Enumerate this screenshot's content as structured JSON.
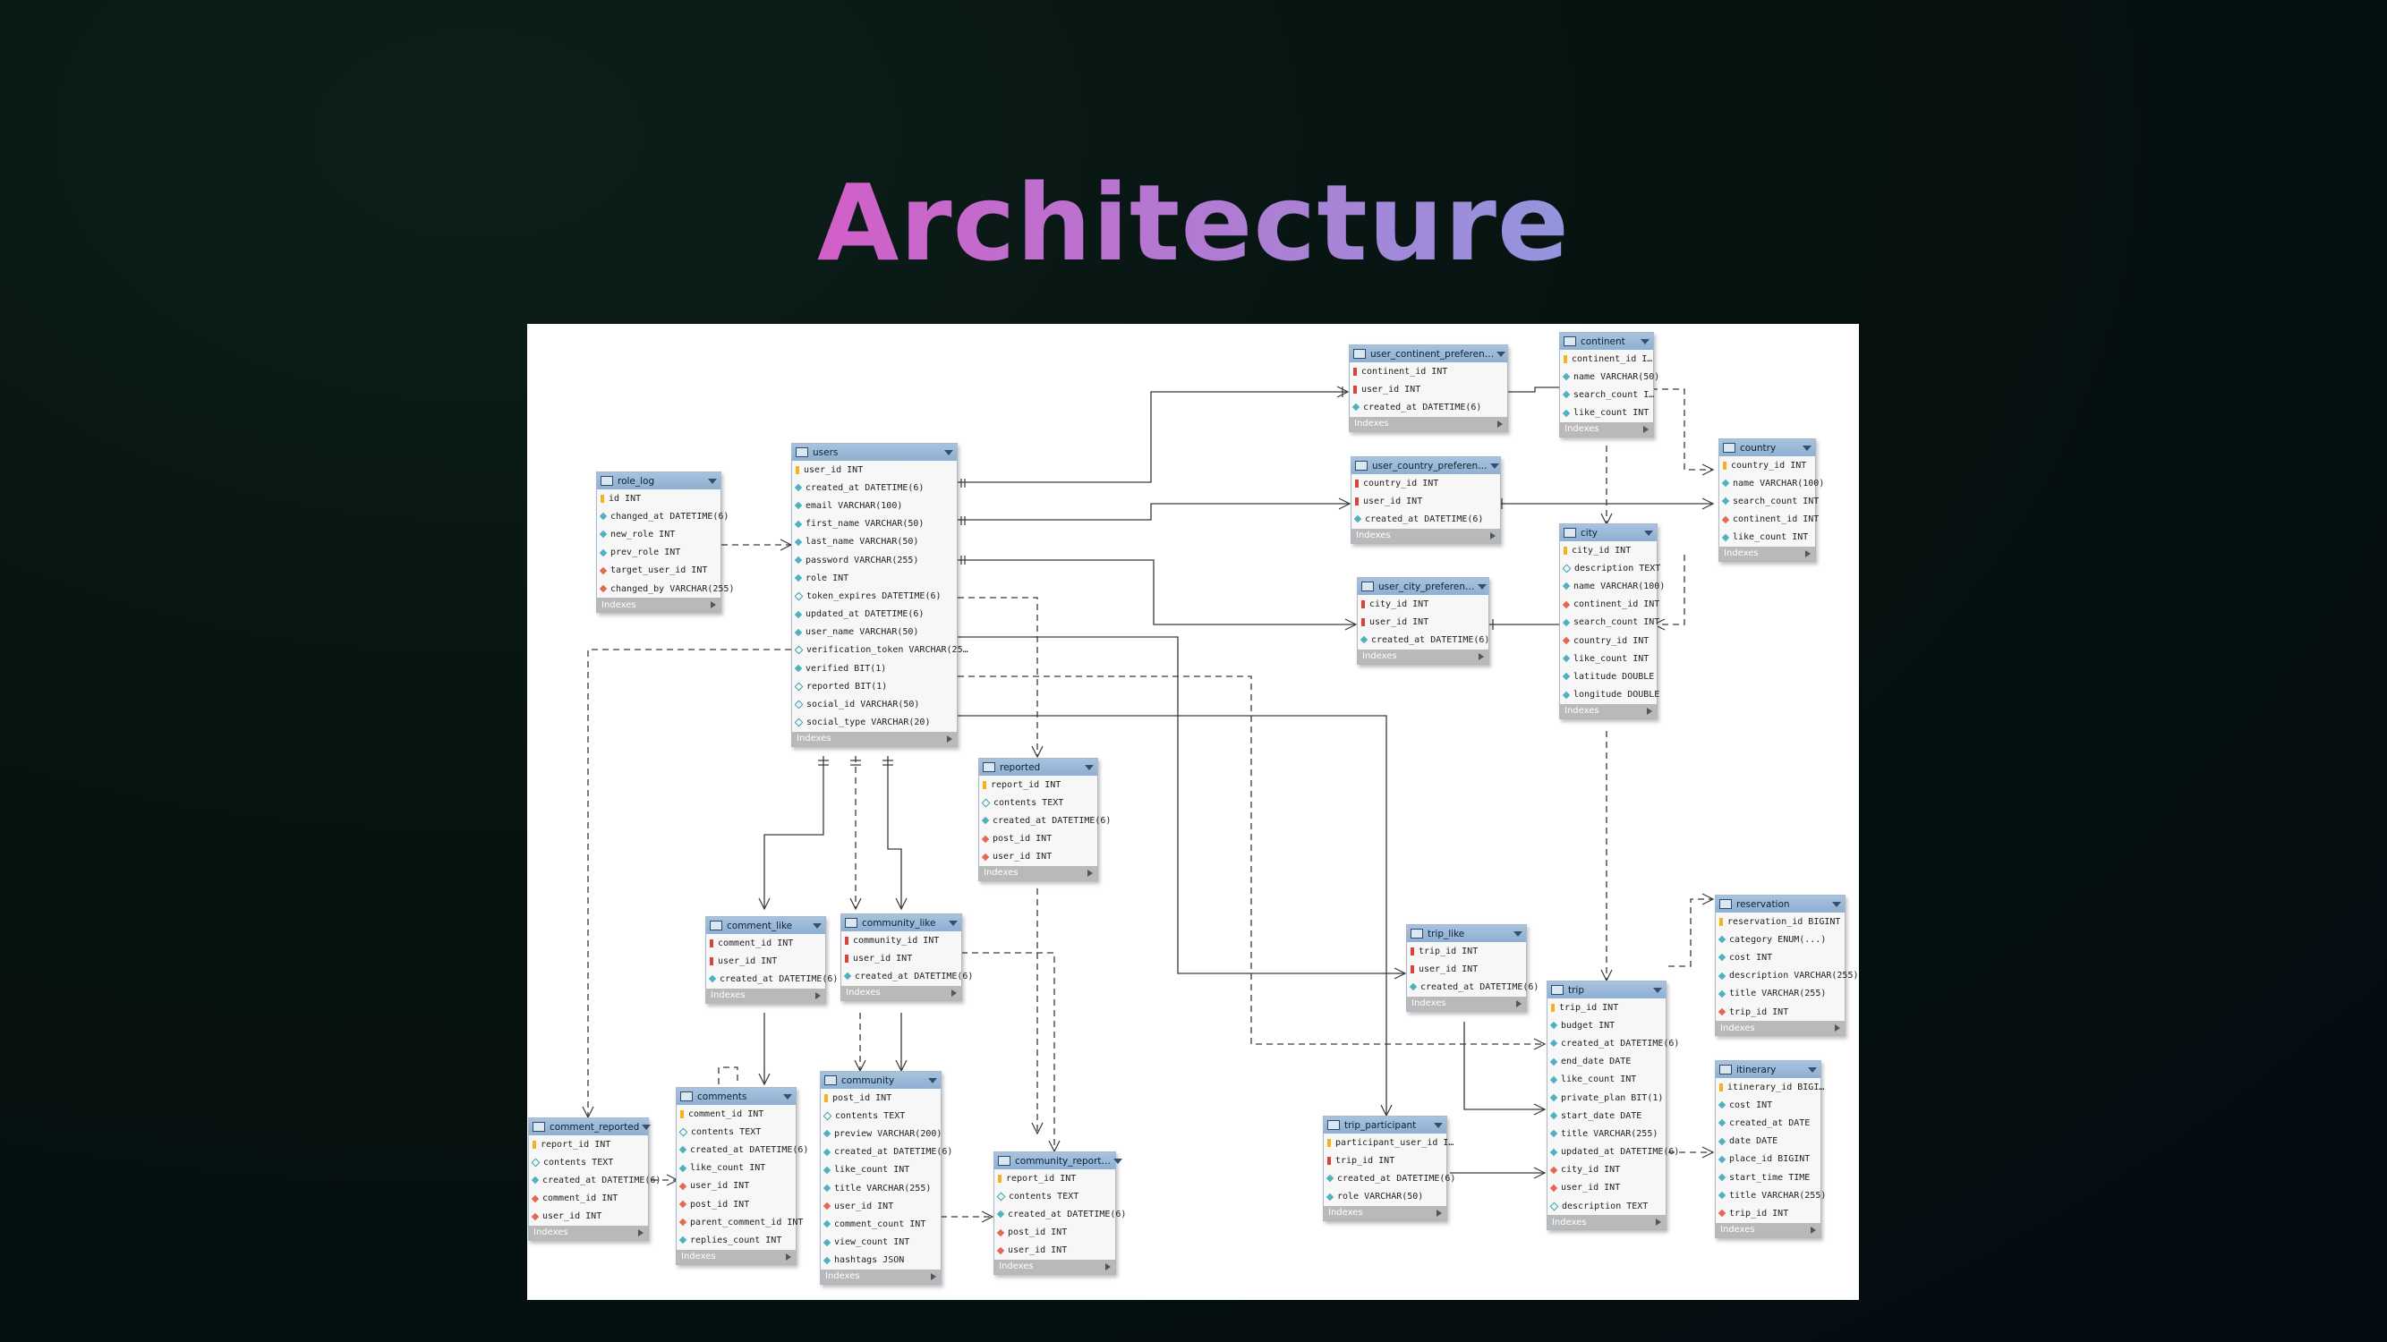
{
  "title": "Architecture",
  "indexes_label": "Indexes",
  "tables": {
    "role_log": {
      "name": "role_log",
      "columns": [
        {
          "t": "key",
          "text": "id INT"
        },
        {
          "t": "nn",
          "text": "changed_at DATETIME(6)"
        },
        {
          "t": "nn",
          "text": "new_role INT"
        },
        {
          "t": "nn",
          "text": "prev_role INT"
        },
        {
          "t": "fkd",
          "text": "target_user_id INT"
        },
        {
          "t": "fkd",
          "text": "changed_by VARCHAR(255)"
        }
      ]
    },
    "users": {
      "name": "users",
      "columns": [
        {
          "t": "key",
          "text": "user_id INT"
        },
        {
          "t": "nn",
          "text": "created_at DATETIME(6)"
        },
        {
          "t": "nn",
          "text": "email VARCHAR(100)"
        },
        {
          "t": "nn",
          "text": "first_name VARCHAR(50)"
        },
        {
          "t": "nn",
          "text": "last_name VARCHAR(50)"
        },
        {
          "t": "nn",
          "text": "password VARCHAR(255)"
        },
        {
          "t": "nn",
          "text": "role INT"
        },
        {
          "t": "col",
          "text": "token_expires DATETIME(6)"
        },
        {
          "t": "nn",
          "text": "updated_at DATETIME(6)"
        },
        {
          "t": "nn",
          "text": "user_name VARCHAR(50)"
        },
        {
          "t": "col",
          "text": "verification_token VARCHAR(25…"
        },
        {
          "t": "nn",
          "text": "verified BIT(1)"
        },
        {
          "t": "col",
          "text": "reported BIT(1)"
        },
        {
          "t": "col",
          "text": "social_id VARCHAR(50)"
        },
        {
          "t": "col",
          "text": "social_type VARCHAR(20)"
        }
      ]
    },
    "user_continent_preference": {
      "name": "user_continent_preferen…",
      "columns": [
        {
          "t": "fk",
          "text": "continent_id INT"
        },
        {
          "t": "fk",
          "text": "user_id INT"
        },
        {
          "t": "nn",
          "text": "created_at DATETIME(6)"
        }
      ]
    },
    "user_country_preference": {
      "name": "user_country_preferen…",
      "columns": [
        {
          "t": "fk",
          "text": "country_id INT"
        },
        {
          "t": "fk",
          "text": "user_id INT"
        },
        {
          "t": "nn",
          "text": "created_at DATETIME(6)"
        }
      ]
    },
    "user_city_preference": {
      "name": "user_city_preferen…",
      "columns": [
        {
          "t": "fk",
          "text": "city_id INT"
        },
        {
          "t": "fk",
          "text": "user_id INT"
        },
        {
          "t": "nn",
          "text": "created_at DATETIME(6)"
        }
      ]
    },
    "continent": {
      "name": "continent",
      "columns": [
        {
          "t": "key",
          "text": "continent_id I…"
        },
        {
          "t": "nn",
          "text": "name VARCHAR(50)"
        },
        {
          "t": "nn",
          "text": "search_count I…"
        },
        {
          "t": "nn",
          "text": "like_count INT"
        }
      ]
    },
    "country": {
      "name": "country",
      "columns": [
        {
          "t": "key",
          "text": "country_id INT"
        },
        {
          "t": "nn",
          "text": "name VARCHAR(100)"
        },
        {
          "t": "nn",
          "text": "search_count INT"
        },
        {
          "t": "fkd",
          "text": "continent_id INT"
        },
        {
          "t": "nn",
          "text": "like_count INT"
        }
      ]
    },
    "city": {
      "name": "city",
      "columns": [
        {
          "t": "key",
          "text": "city_id INT"
        },
        {
          "t": "col",
          "text": "description TEXT"
        },
        {
          "t": "nn",
          "text": "name VARCHAR(100)"
        },
        {
          "t": "fkd",
          "text": "continent_id INT"
        },
        {
          "t": "nn",
          "text": "search_count INT"
        },
        {
          "t": "fkd",
          "text": "country_id INT"
        },
        {
          "t": "nn",
          "text": "like_count INT"
        },
        {
          "t": "nn",
          "text": "latitude DOUBLE"
        },
        {
          "t": "nn",
          "text": "longitude DOUBLE"
        }
      ]
    },
    "reported": {
      "name": "reported",
      "columns": [
        {
          "t": "key",
          "text": "report_id INT"
        },
        {
          "t": "col",
          "text": "contents TEXT"
        },
        {
          "t": "nn",
          "text": "created_at DATETIME(6)"
        },
        {
          "t": "fkd",
          "text": "post_id INT"
        },
        {
          "t": "fkd",
          "text": "user_id INT"
        }
      ]
    },
    "comment_like": {
      "name": "comment_like",
      "columns": [
        {
          "t": "fk",
          "text": "comment_id INT"
        },
        {
          "t": "fk",
          "text": "user_id INT"
        },
        {
          "t": "nn",
          "text": "created_at DATETIME(6)"
        }
      ]
    },
    "community_like": {
      "name": "community_like",
      "columns": [
        {
          "t": "fk",
          "text": "community_id INT"
        },
        {
          "t": "fk",
          "text": "user_id INT"
        },
        {
          "t": "nn",
          "text": "created_at DATETIME(6)"
        }
      ]
    },
    "trip_like": {
      "name": "trip_like",
      "columns": [
        {
          "t": "fk",
          "text": "trip_id INT"
        },
        {
          "t": "fk",
          "text": "user_id INT"
        },
        {
          "t": "nn",
          "text": "created_at DATETIME(6)"
        }
      ]
    },
    "reservation": {
      "name": "reservation",
      "columns": [
        {
          "t": "key",
          "text": "reservation_id BIGINT"
        },
        {
          "t": "nn",
          "text": "category ENUM(...)"
        },
        {
          "t": "nn",
          "text": "cost INT"
        },
        {
          "t": "nn",
          "text": "description VARCHAR(255)"
        },
        {
          "t": "nn",
          "text": "title VARCHAR(255)"
        },
        {
          "t": "fkd",
          "text": "trip_id INT"
        }
      ]
    },
    "trip": {
      "name": "trip",
      "columns": [
        {
          "t": "key",
          "text": "trip_id INT"
        },
        {
          "t": "nn",
          "text": "budget INT"
        },
        {
          "t": "nn",
          "text": "created_at DATETIME(6)"
        },
        {
          "t": "nn",
          "text": "end_date DATE"
        },
        {
          "t": "nn",
          "text": "like_count INT"
        },
        {
          "t": "nn",
          "text": "private_plan BIT(1)"
        },
        {
          "t": "nn",
          "text": "start_date DATE"
        },
        {
          "t": "nn",
          "text": "title VARCHAR(255)"
        },
        {
          "t": "nn",
          "text": "updated_at DATETIME(6)"
        },
        {
          "t": "fkd",
          "text": "city_id INT"
        },
        {
          "t": "fkd",
          "text": "user_id INT"
        },
        {
          "t": "col",
          "text": "description TEXT"
        }
      ]
    },
    "itinerary": {
      "name": "itinerary",
      "columns": [
        {
          "t": "key",
          "text": "itinerary_id BIGI…"
        },
        {
          "t": "nn",
          "text": "cost INT"
        },
        {
          "t": "nn",
          "text": "created_at DATE"
        },
        {
          "t": "nn",
          "text": "date DATE"
        },
        {
          "t": "nn",
          "text": "place_id BIGINT"
        },
        {
          "t": "nn",
          "text": "start_time TIME"
        },
        {
          "t": "nn",
          "text": "title VARCHAR(255)"
        },
        {
          "t": "fkd",
          "text": "trip_id INT"
        }
      ]
    },
    "trip_participant": {
      "name": "trip_participant",
      "columns": [
        {
          "t": "key",
          "text": "participant_user_id I…"
        },
        {
          "t": "fk",
          "text": "trip_id INT"
        },
        {
          "t": "nn",
          "text": "created_at DATETIME(6)"
        },
        {
          "t": "nn",
          "text": "role VARCHAR(50)"
        }
      ]
    },
    "community": {
      "name": "community",
      "columns": [
        {
          "t": "key",
          "text": "post_id INT"
        },
        {
          "t": "col",
          "text": "contents TEXT"
        },
        {
          "t": "nn",
          "text": "preview VARCHAR(200)"
        },
        {
          "t": "nn",
          "text": "created_at DATETIME(6)"
        },
        {
          "t": "nn",
          "text": "like_count INT"
        },
        {
          "t": "nn",
          "text": "title VARCHAR(255)"
        },
        {
          "t": "fkd",
          "text": "user_id INT"
        },
        {
          "t": "nn",
          "text": "comment_count INT"
        },
        {
          "t": "nn",
          "text": "view_count INT"
        },
        {
          "t": "nn",
          "text": "hashtags JSON"
        }
      ]
    },
    "comments": {
      "name": "comments",
      "columns": [
        {
          "t": "key",
          "text": "comment_id INT"
        },
        {
          "t": "col",
          "text": "contents TEXT"
        },
        {
          "t": "nn",
          "text": "created_at DATETIME(6)"
        },
        {
          "t": "nn",
          "text": "like_count INT"
        },
        {
          "t": "fkd",
          "text": "user_id INT"
        },
        {
          "t": "fkd",
          "text": "post_id INT"
        },
        {
          "t": "fkd",
          "text": "parent_comment_id INT"
        },
        {
          "t": "nn",
          "text": "replies_count INT"
        }
      ]
    },
    "comment_reported": {
      "name": "comment_reported",
      "columns": [
        {
          "t": "key",
          "text": "report_id INT"
        },
        {
          "t": "col",
          "text": "contents TEXT"
        },
        {
          "t": "nn",
          "text": "created_at DATETIME(6)"
        },
        {
          "t": "fkd",
          "text": "comment_id INT"
        },
        {
          "t": "fkd",
          "text": "user_id INT"
        }
      ]
    },
    "community_reported": {
      "name": "community_report…",
      "columns": [
        {
          "t": "key",
          "text": "report_id INT"
        },
        {
          "t": "col",
          "text": "contents TEXT"
        },
        {
          "t": "nn",
          "text": "created_at DATETIME(6)"
        },
        {
          "t": "fkd",
          "text": "post_id INT"
        },
        {
          "t": "fkd",
          "text": "user_id INT"
        }
      ]
    }
  }
}
